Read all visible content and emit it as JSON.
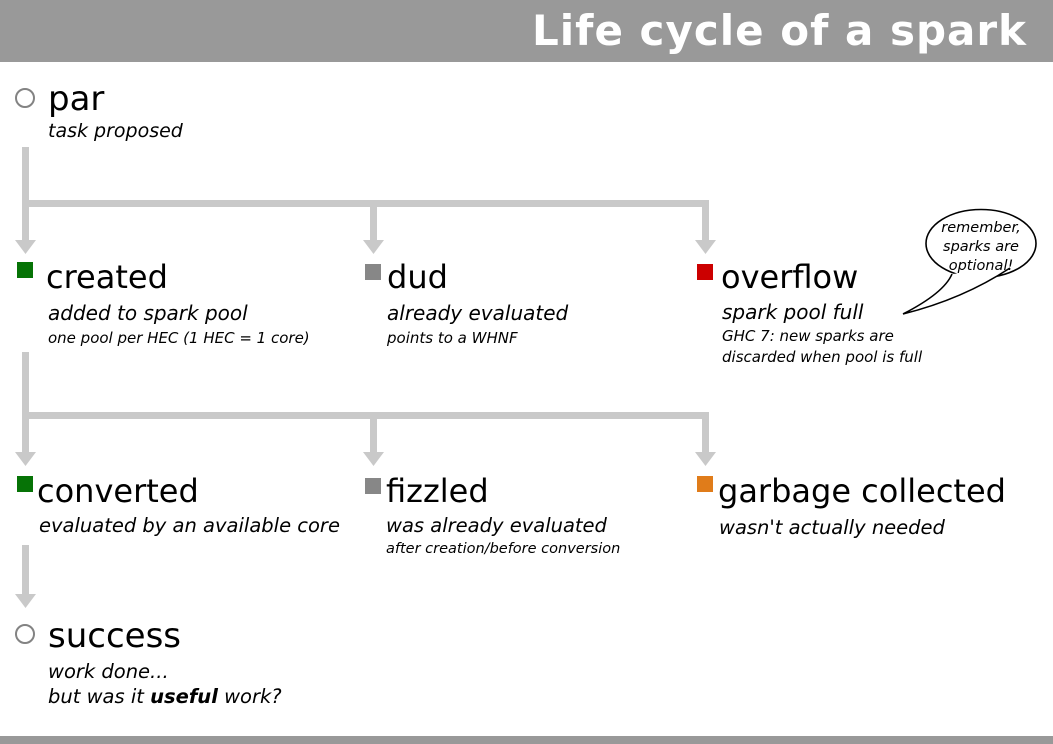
{
  "header": {
    "title": "Life cycle of a spark"
  },
  "colors": {
    "header_bg": "#999999",
    "footer_bg": "#999999",
    "arrow": "#c9c9c9",
    "created": "#067306",
    "dud": "#878787",
    "overflow": "#cc0000",
    "converted": "#067306",
    "fizzled": "#878787",
    "garbage_collected": "#e07c1a"
  },
  "nodes": {
    "par": {
      "title": "par",
      "subtitle": "task proposed",
      "bullet": "open-circle"
    },
    "created": {
      "title": "created",
      "subtitle": "added to spark pool",
      "note": "one pool per HEC (1 HEC = 1 core)",
      "bullet": "green-square"
    },
    "dud": {
      "title": "dud",
      "subtitle": "already evaluated",
      "note": "points to a WHNF",
      "bullet": "gray-square"
    },
    "overflow": {
      "title": "overflow",
      "subtitle": "spark pool full",
      "note_line1": "GHC 7: new sparks are",
      "note_line2": "discarded when pool is full",
      "bullet": "red-square"
    },
    "converted": {
      "title": "converted",
      "subtitle": "evaluated by an available core",
      "bullet": "green-square"
    },
    "fizzled": {
      "title": "fizzled",
      "subtitle": "was already evaluated",
      "note": "after creation/before conversion",
      "bullet": "gray-square"
    },
    "garbage_collected": {
      "title": "garbage collected",
      "subtitle": "wasn't actually needed",
      "bullet": "orange-square"
    },
    "success": {
      "title": "success",
      "subtitle": "work done...",
      "note_prefix": "but was it ",
      "note_bold": "useful",
      "note_suffix": " work?",
      "bullet": "open-circle"
    }
  },
  "callout": {
    "lines": [
      "remember,",
      "sparks are",
      "optional!"
    ]
  }
}
